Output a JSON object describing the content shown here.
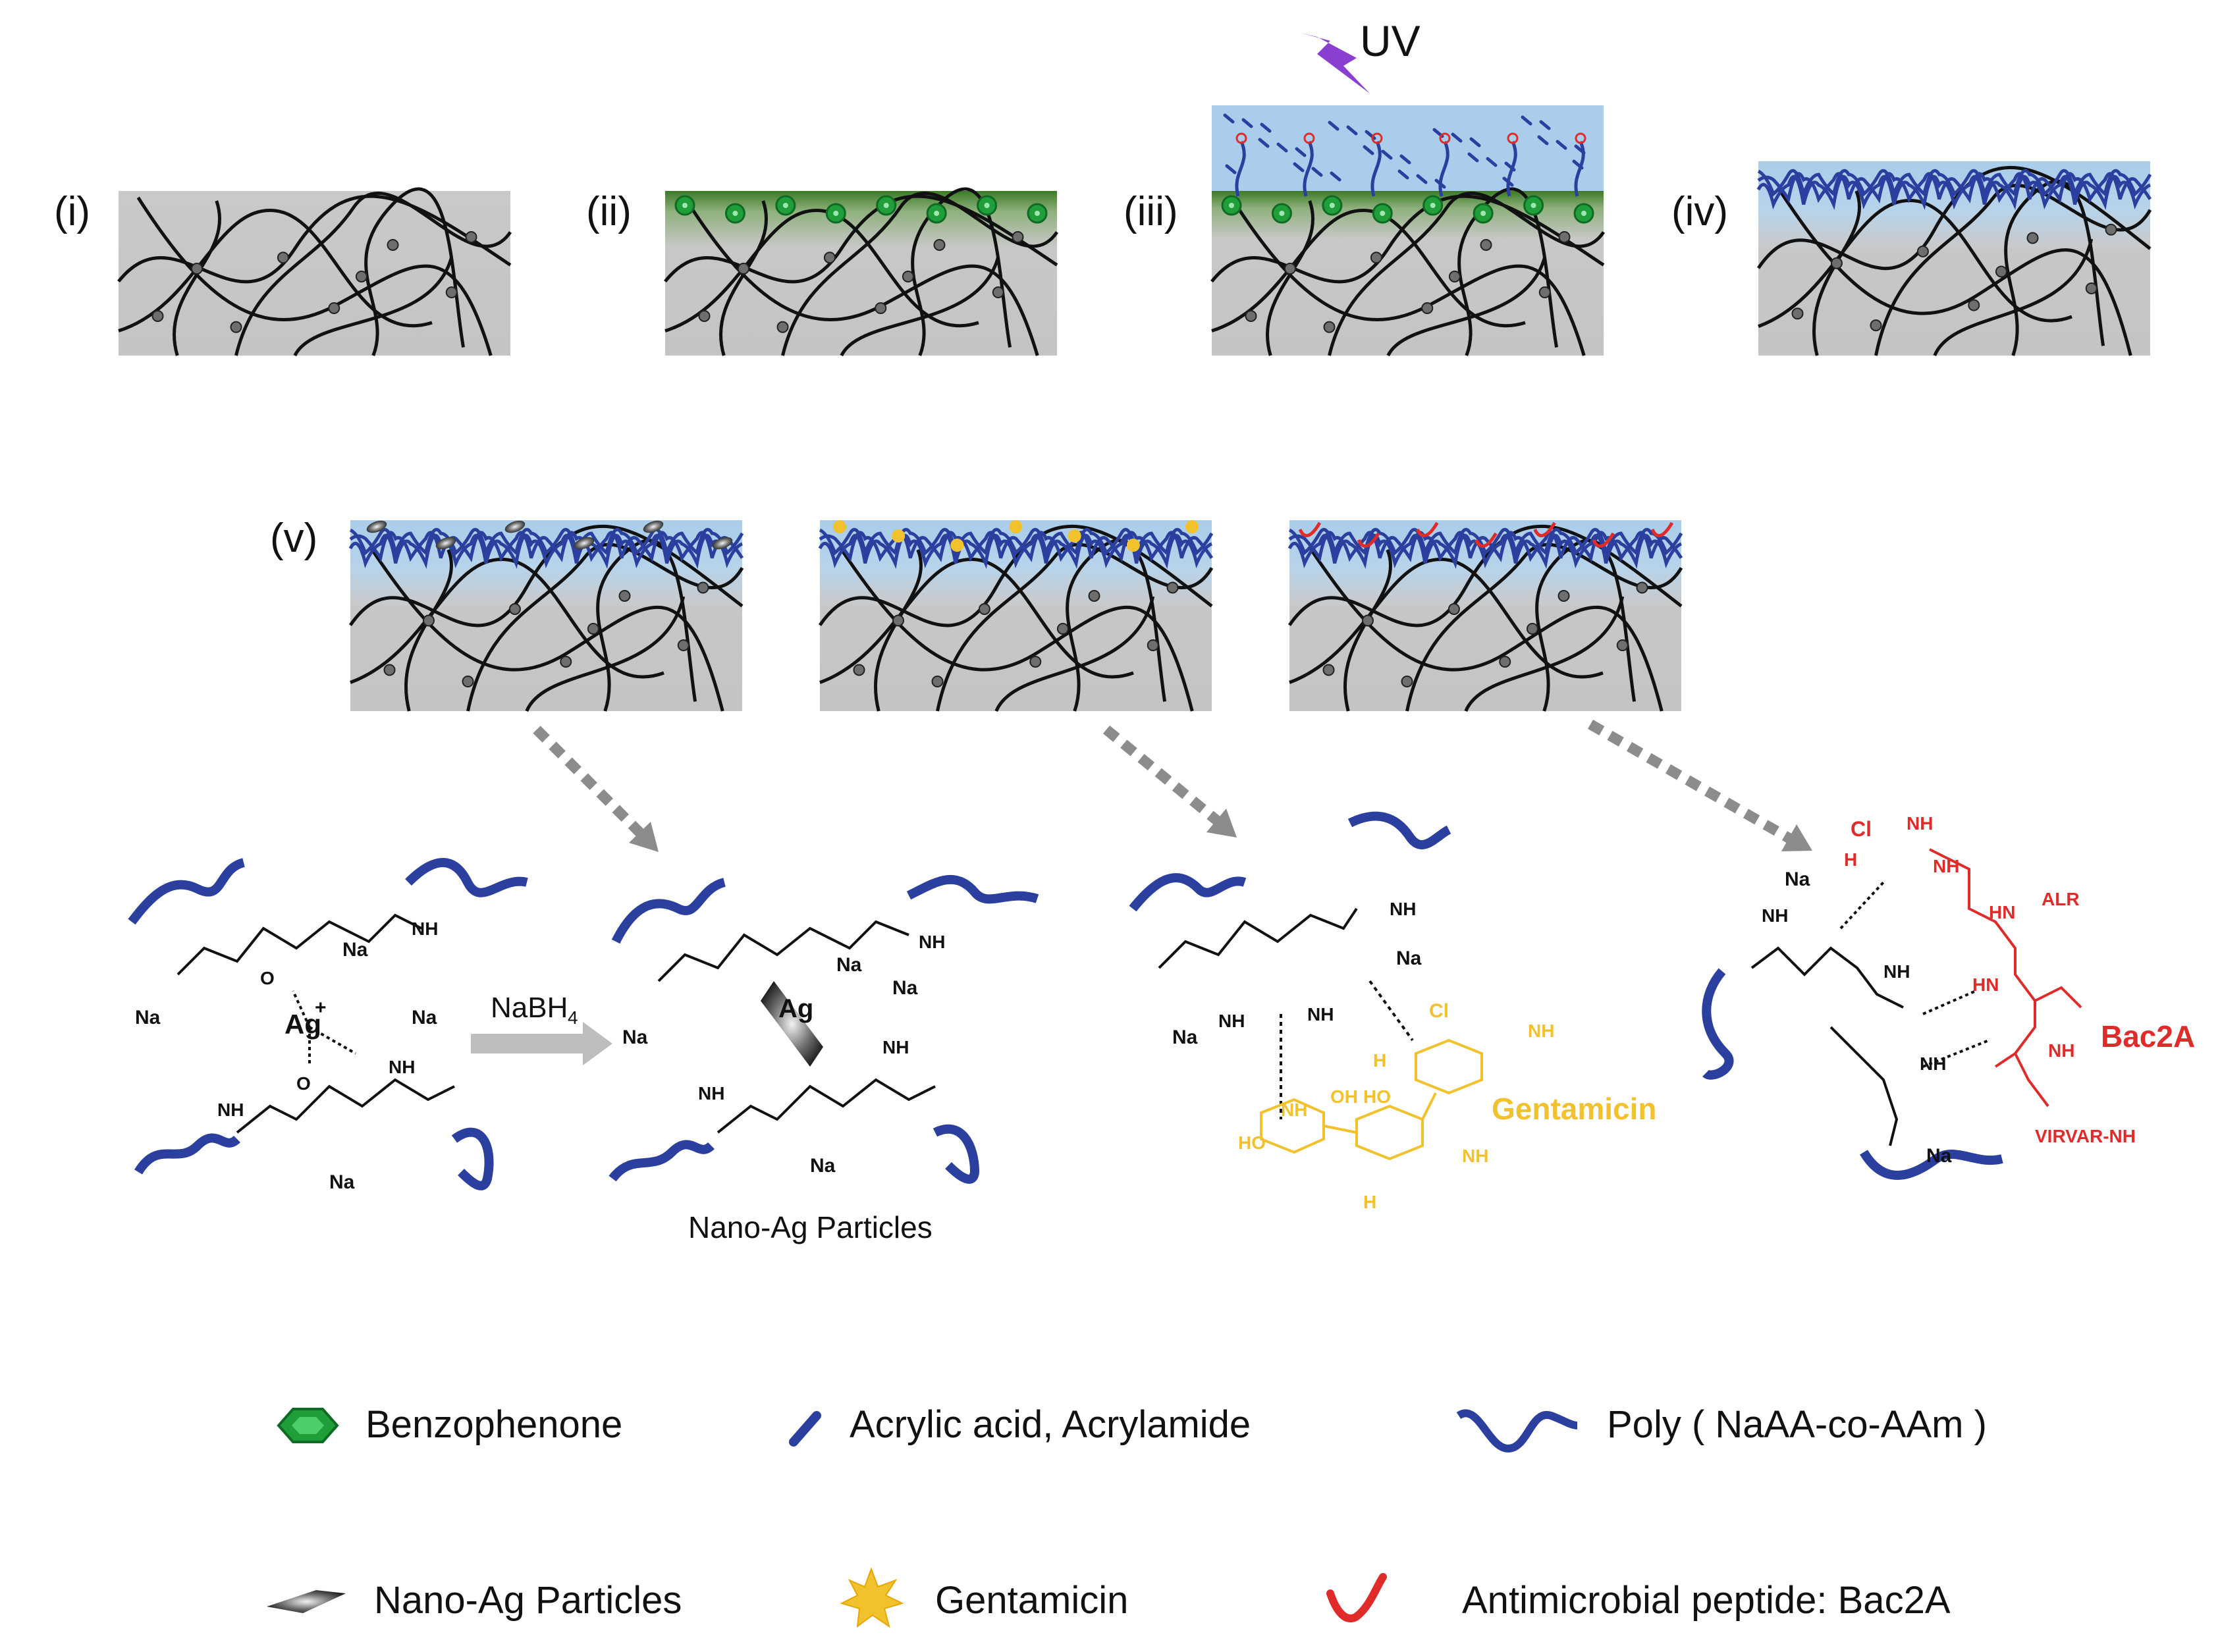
{
  "steps": {
    "i": "(i)",
    "ii": "(ii)",
    "iii": "(iii)",
    "iv": "(iv)",
    "v": "(v)",
    "uv": "UV"
  },
  "reaction": {
    "reagent": "NaBH",
    "reagent_sub": "4",
    "nano_ag_caption": "Nano-Ag Particles",
    "gentamicin_caption": "Gentamicin",
    "bac2a_caption": "Bac2A"
  },
  "chem_labels": {
    "ag_ion": "Ag",
    "ag_charge": "+",
    "ag_particle": "Ag",
    "na": "Na",
    "nh2": "NH",
    "h2n": "H",
    "cl": "Cl",
    "alr": "ALR",
    "virvar": "VIRVAR-NH",
    "nh": "NH",
    "hn": "HN",
    "ho": "HO",
    "oh": "OH",
    "o": "O"
  },
  "legend": {
    "benzophenone": "Benzophenone",
    "monomers": "Acrylic acid, Acrylamide",
    "polymer": "Poly ( NaAA-co-AAm )",
    "nano_ag": "Nano-Ag Particles",
    "gentamicin": "Gentamicin",
    "peptide": "Antimicrobial peptide: Bac2A"
  },
  "colors": {
    "substrate": "#c9c9c9",
    "hydrogel_layer": "#a9cdea",
    "benzophenone": "#1f9e3a",
    "polymer_chain": "#2b3f9e",
    "gentamicin": "#f2c12e",
    "peptide": "#e02b2b",
    "uv": "#8a3fd1",
    "arrow": "#888888"
  }
}
